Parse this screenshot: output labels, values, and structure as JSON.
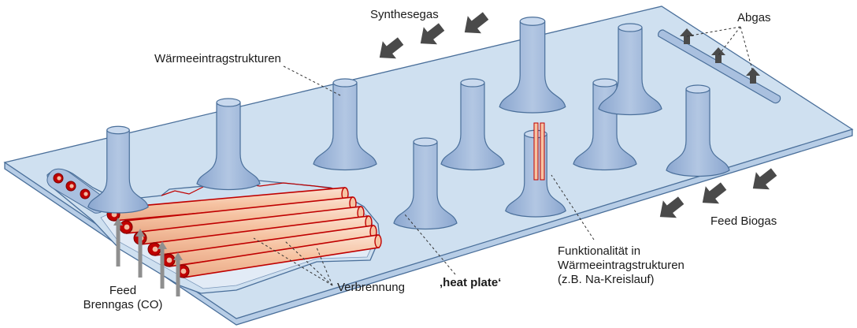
{
  "labels": {
    "synthesegas": "Synthesegas",
    "abgas": "Abgas",
    "waermeeintragstrukturen": "Wärmeeintragstrukturen",
    "feed_biogas": "Feed Biogas",
    "funktionalitaet_line1": "Funktionalität in",
    "funktionalitaet_line2": "Wärmeeintragstrukturen",
    "funktionalitaet_line3": "(z.B. Na-Kreislauf)",
    "heat_plate": "‚heat plate‘",
    "verbrennung": "Verbrennung",
    "feed_brenngas_line1": "Feed",
    "feed_brenngas_line2": "Brenngas (CO)"
  },
  "colors": {
    "plate_top": "#cfe0f0",
    "plate_edge": "#4a6f9a",
    "plate_side": "#b7cde6",
    "structure_fill": "#a9c0df",
    "tube_fill": "#f6c3a2",
    "tube_stroke": "#c00000",
    "arrow": "#4a4a4a",
    "feed_pipe": "#8f8f8f"
  }
}
